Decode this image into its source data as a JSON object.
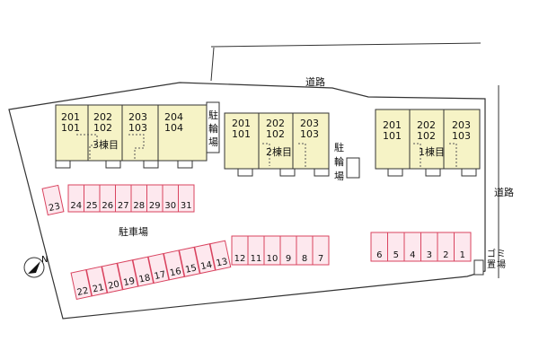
{
  "roads": {
    "top": "道路",
    "right": "道路"
  },
  "parking_area_label": "駐車場",
  "bike_parking": {
    "left": [
      "駐",
      "輪",
      "場"
    ],
    "right": [
      "駐",
      "輪",
      "場"
    ]
  },
  "garbage": [
    "ゴ",
    "ミ",
    "置",
    "場"
  ],
  "buildings": [
    {
      "id": "b3",
      "label": "3棟目",
      "units": [
        {
          "top": "201",
          "bottom": "101"
        },
        {
          "top": "202",
          "bottom": "102"
        },
        {
          "top": "203",
          "bottom": "103"
        },
        {
          "top": "204",
          "bottom": "104"
        }
      ]
    },
    {
      "id": "b2",
      "label": "2棟目",
      "units": [
        {
          "top": "201",
          "bottom": "101"
        },
        {
          "top": "202",
          "bottom": "102"
        },
        {
          "top": "203",
          "bottom": "103"
        }
      ]
    },
    {
      "id": "b1",
      "label": "1棟目",
      "units": [
        {
          "top": "201",
          "bottom": "101"
        },
        {
          "top": "202",
          "bottom": "102"
        },
        {
          "top": "203",
          "bottom": "103"
        }
      ]
    }
  ],
  "parking_stalls": {
    "row_upper": [
      "24",
      "25",
      "26",
      "27",
      "28",
      "29",
      "30",
      "31"
    ],
    "single": "23",
    "row_lower_left": [
      "22",
      "21",
      "20",
      "19",
      "18",
      "17",
      "16",
      "15",
      "14",
      "13"
    ],
    "row_lower_mid": [
      "12",
      "11",
      "10",
      "9",
      "8",
      "7"
    ],
    "row_right": [
      "6",
      "5",
      "4",
      "3",
      "2",
      "1"
    ]
  },
  "compass": {
    "north_label": "N",
    "icon": "north-arrow-icon"
  },
  "colors": {
    "building_fill": "#f6f3c6",
    "stall_fill": "#fde8ee",
    "stall_stroke": "#d9435f"
  }
}
